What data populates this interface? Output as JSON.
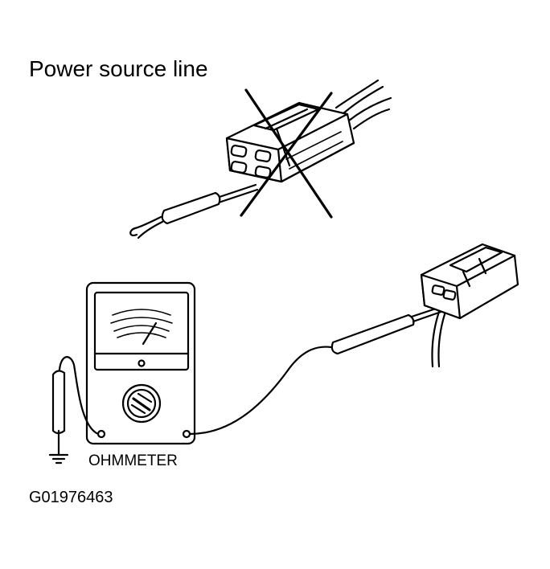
{
  "diagram": {
    "title": "Power source line",
    "meter_label": "OHMMETER",
    "figure_code": "G01976463"
  }
}
